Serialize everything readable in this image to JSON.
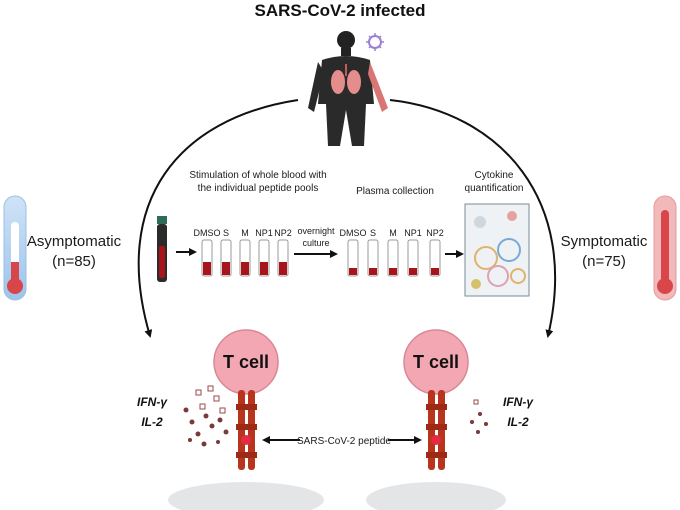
{
  "title": "SARS-CoV-2 infected",
  "groups": {
    "left": {
      "label": "Asymptomatic",
      "count": "(n=85)"
    },
    "right": {
      "label": "Symptomatic",
      "count": "(n=75)"
    }
  },
  "workflow": {
    "stimulation_line1": "Stimulation of whole blood with",
    "stimulation_line2": "the individual peptide pools",
    "tube_labels": [
      "DMSO",
      "S",
      "M",
      "NP1",
      "NP2"
    ],
    "culture_line1": "overnight",
    "culture_line2": "culture",
    "plasma": "Plasma collection",
    "cytokine_line1": "Cytokine",
    "cytokine_line2": "quantification"
  },
  "cells": {
    "left_label": "T cell",
    "right_label": "T cell",
    "left_cytokines": [
      "IFN-γ",
      "IL-2"
    ],
    "right_cytokines": [
      "IFN-γ",
      "IL-2"
    ],
    "peptide": "SARS-CoV-2 peptide"
  },
  "colors": {
    "cell_pink": "#f2a7b3",
    "receptor": "#b8341d",
    "blood": "#a8141c",
    "thermo_red": "#d8464a",
    "thermo_blue": "#7fb3e6",
    "arrow": "#111111"
  }
}
